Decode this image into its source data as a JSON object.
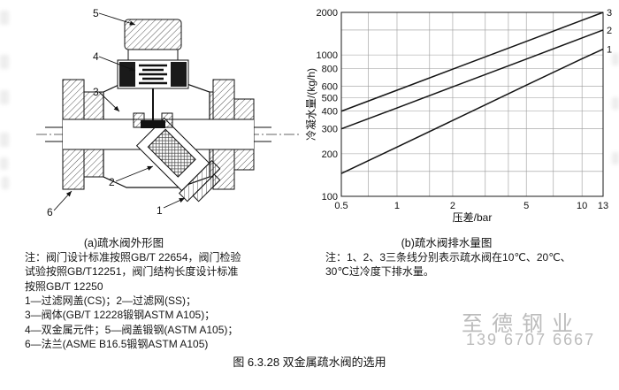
{
  "figure": {
    "caption": "图 6.3.28  双金属疏水阀的选用"
  },
  "left_panel": {
    "caption": "(a)疏水阀外形图",
    "callouts": [
      "5",
      "4",
      "3",
      "2",
      "1",
      "6"
    ]
  },
  "right_panel": {
    "caption": "(b)疏水阀排水量图"
  },
  "notes_left": {
    "lines": [
      "注：阀门设计标准按照GB/T 22654，阀门检验",
      "试验按照GB/T12251，阀门结构长度设计标准",
      "按照GB/T 12250",
      "1—过滤网盖(CS)；2—过滤网(SS)；",
      "3—阀体(GB/T 12228锻钢ASTM A105)；",
      "4—双金属元件；5—阀盖锻钢(ASTM A105)；",
      "6—法兰(ASME B16.5锻钢ASTM A105)"
    ]
  },
  "notes_right": {
    "lines": [
      "注：1、2、3三条线分别表示疏水阀在10℃、20℃、",
      "30℃过冷度下排水量。"
    ]
  },
  "watermark": {
    "name": "至德钢业",
    "phone": "139 6707 6667",
    "color": "#bcbcbc"
  },
  "chart_data": {
    "type": "line",
    "title": "",
    "xlabel": "压差/bar",
    "ylabel": "冷凝水量/(kg/h)",
    "x_scale": "log",
    "y_scale": "log",
    "xlim": [
      0.5,
      13
    ],
    "ylim": [
      100,
      2000
    ],
    "x_ticks": [
      0.5,
      1,
      2,
      5,
      10,
      13
    ],
    "y_ticks": [
      2000,
      1000,
      800,
      600,
      500,
      400,
      300,
      200,
      100
    ],
    "x_grid": [
      0.7,
      1,
      1.5,
      2,
      3,
      4,
      5,
      7,
      10
    ],
    "y_grid": [
      150,
      200,
      300,
      400,
      500,
      600,
      800,
      1000,
      1500
    ],
    "grid": true,
    "legend_position": "right-edge-curve-numbers",
    "series": [
      {
        "name": "3",
        "x": [
          0.5,
          1,
          2,
          5,
          10,
          13
        ],
        "values": [
          400,
          563,
          793,
          1247,
          1758,
          2000
        ]
      },
      {
        "name": "2",
        "x": [
          0.5,
          1,
          2,
          5,
          10,
          13
        ],
        "values": [
          300,
          422,
          595,
          935,
          1318,
          1500
        ]
      },
      {
        "name": "1",
        "x": [
          0.5,
          1,
          2,
          5,
          10,
          13
        ],
        "values": [
          145,
          223,
          344,
          611,
          940,
          1100
        ]
      }
    ]
  }
}
